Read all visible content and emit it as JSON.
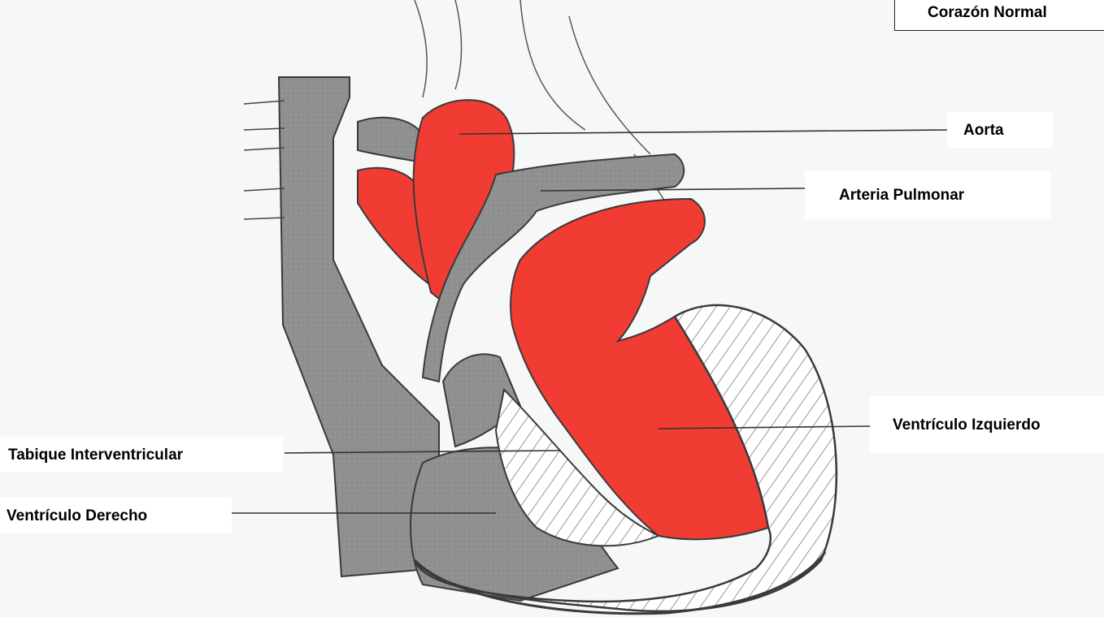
{
  "title": "Corazón Normal",
  "labels": {
    "aorta": "Aorta",
    "arteria_pulmonar": "Arteria Pulmonar",
    "ventriculo_izquierdo": "Ventrículo Izquierdo",
    "tabique": "Tabique Interventricular",
    "ventriculo_derecho": "Ventrículo Derecho"
  },
  "colors": {
    "oxygenated": "#f03c32",
    "deoxygenated": "#8e918f",
    "background": "#f6f7f7",
    "outline": "#3a3a3a"
  }
}
